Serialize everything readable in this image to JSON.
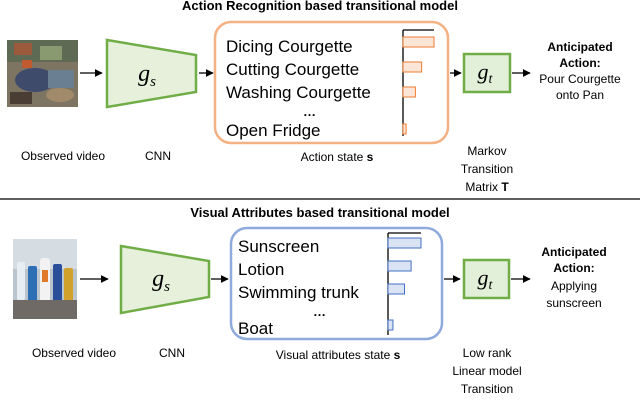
{
  "colors": {
    "trapezoid_fill": "#e6f0da",
    "trapezoid_stroke": "#70ad47",
    "box_fill": "#e2efd9",
    "box_stroke": "#70ad47",
    "panel_top_stroke": "#f4b183",
    "panel_bottom_stroke": "#8faadc",
    "bar_top_fill": "#fbe5d6",
    "bar_top_stroke": "#ed7d31",
    "bar_bottom_fill": "#dae3f3",
    "bar_bottom_stroke": "#4472c4"
  },
  "top": {
    "title": "Action Recognition based transitional model",
    "cnn_symbol": "g",
    "cnn_subscript": "s",
    "transition_symbol": "g",
    "transition_subscript": "t",
    "states": [
      "Dicing Courgette",
      "Cutting Courgette",
      "Washing Courgette",
      "…",
      "Open Fridge"
    ],
    "bars": [
      1.0,
      0.6,
      0.4,
      0.1
    ],
    "anticipated_label": [
      "Anticipated",
      "Action:"
    ],
    "anticipated_value": [
      "Pour Courgette",
      "onto Pan"
    ],
    "observed_video_label": "Observed video",
    "cnn_label": "CNN",
    "state_label_prefix": "Action state ",
    "state_label_bold": "s",
    "transition_label": [
      "Markov",
      "Transition"
    ],
    "transition_label_last_prefix": "Matrix ",
    "transition_label_last_bold": "T"
  },
  "bottom": {
    "title": "Visual Attributes based transitional model",
    "cnn_symbol": "g",
    "cnn_subscript": "s",
    "transition_symbol": "g",
    "transition_subscript": "t",
    "states": [
      "Sunscreen",
      "Lotion",
      "Swimming trunk",
      "…",
      "Boat"
    ],
    "bars": [
      1.0,
      0.7,
      0.5,
      0.15
    ],
    "anticipated_label": [
      "Anticipated",
      "Action:"
    ],
    "anticipated_value": [
      "Applying",
      "sunscreen"
    ],
    "observed_video_label": "Observed video",
    "cnn_label": "CNN",
    "state_label_prefix": "Visual attributes state ",
    "state_label_bold": "s",
    "transition_label": [
      "Low rank",
      "Linear model",
      "Transition"
    ]
  }
}
